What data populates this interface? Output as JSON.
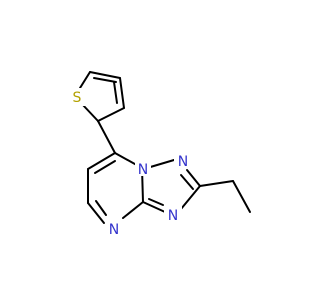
{
  "molecule": {
    "colors": {
      "bond": "#000000",
      "N": "#3333cc",
      "S": "#b3a100",
      "background": "#ffffff"
    },
    "atoms": [
      {
        "id": "S1",
        "symbol": "S"
      },
      {
        "id": "N1",
        "symbol": "N"
      },
      {
        "id": "N2",
        "symbol": "N"
      },
      {
        "id": "N3",
        "symbol": "N"
      },
      {
        "id": "N4",
        "symbol": "N"
      }
    ]
  }
}
